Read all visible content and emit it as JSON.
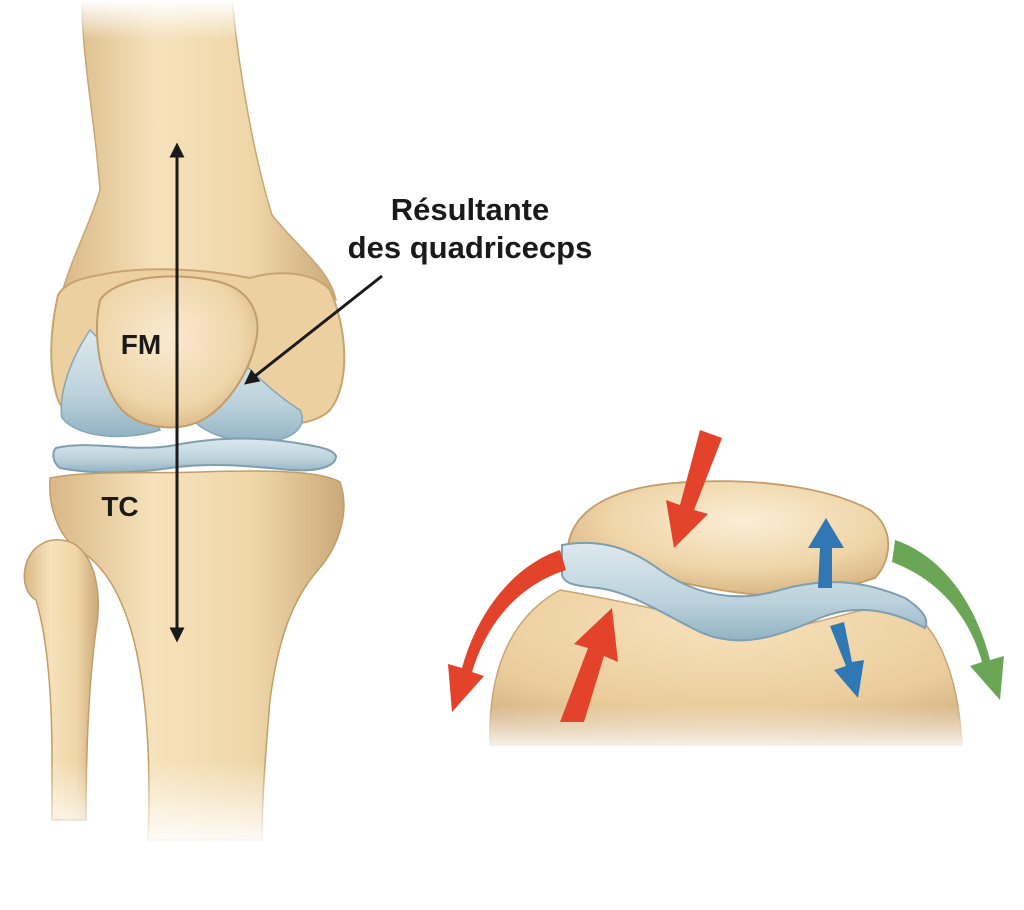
{
  "labels": {
    "caption_line1": "Résultante",
    "caption_line2": "des quadricecps",
    "femur_abbrev": "FM",
    "tibia_abbrev": "TC"
  },
  "colors": {
    "bone_light": "#f7e3bc",
    "bone": "#ecd2a2",
    "bone_shadow": "#cfae7c",
    "cartilage": "#c9dbe3",
    "cartilage_dark": "#8fb0c1",
    "arrow_red": "#e2432a",
    "arrow_blue": "#2f78b4",
    "arrow_green": "#6aa656",
    "ink": "#1a1a1a"
  }
}
